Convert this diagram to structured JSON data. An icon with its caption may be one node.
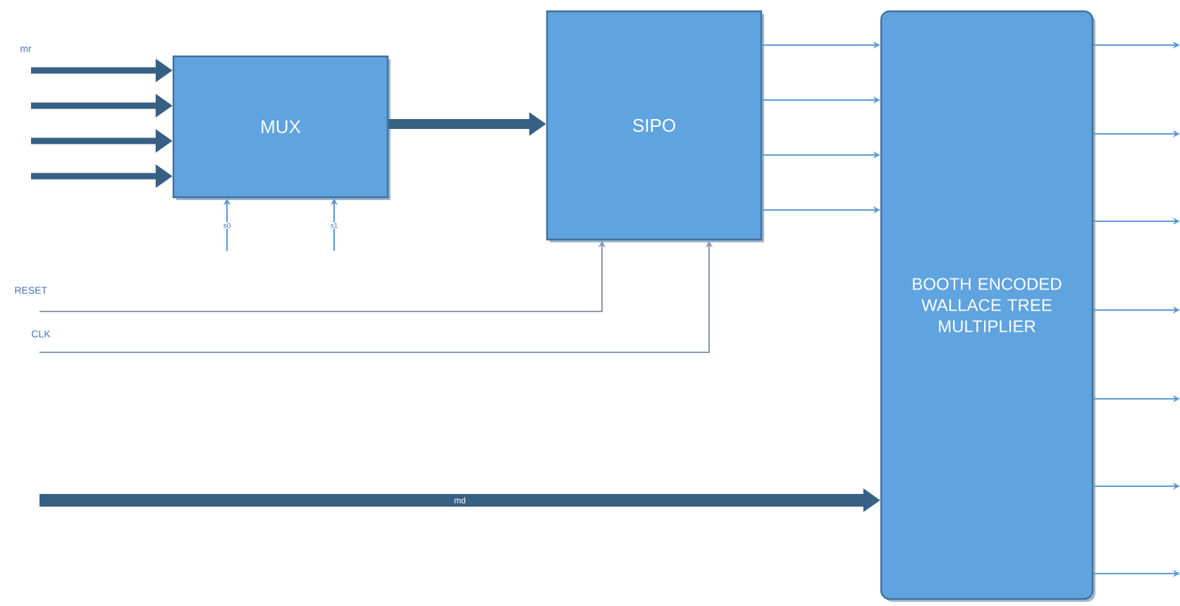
{
  "diagram": {
    "nodes": [
      {
        "text": [
          "MUX"
        ]
      },
      {
        "text": [
          "SIPO"
        ]
      },
      {
        "text": [
          "BOOTH ENCODED WALLACE TREE MULTIPLIER"
        ]
      }
    ],
    "edges": [
      {
        "from": null,
        "to": 0,
        "arrow": "to",
        "style": "thick"
      },
      {
        "from": null,
        "to": 0,
        "arrow": "to",
        "style": "thick"
      },
      {
        "from": null,
        "to": 0,
        "arrow": "to",
        "style": "thick"
      },
      {
        "from": null,
        "to": 0,
        "arrow": "to",
        "style": "thick"
      },
      {
        "from": null,
        "to": 0,
        "arrow": "to",
        "label": "s0"
      },
      {
        "from": null,
        "to": 0,
        "arrow": "to",
        "label": "s1"
      },
      {
        "from": 0,
        "to": 1,
        "arrow": "to",
        "style": "thick"
      },
      {
        "from": 1,
        "to": 2,
        "arrow": "to"
      },
      {
        "from": 1,
        "to": 2,
        "arrow": "to"
      },
      {
        "from": 1,
        "to": 2,
        "arrow": "to"
      },
      {
        "from": 1,
        "to": 2,
        "arrow": "to"
      },
      {
        "from": null,
        "to": 1,
        "arrow": "to",
        "color": "#8a9bb0"
      },
      {
        "from": null,
        "to": 1,
        "arrow": "to",
        "color": "#8a9bb0"
      },
      {
        "from": null,
        "to": 2,
        "arrow": "to",
        "style": "thick",
        "label": "md"
      },
      {
        "from": 2,
        "to": null,
        "arrow": "to"
      },
      {
        "from": 2,
        "to": null,
        "arrow": "to"
      },
      {
        "from": 2,
        "to": null,
        "arrow": "to"
      },
      {
        "from": 2,
        "to": null,
        "arrow": "to"
      },
      {
        "from": 2,
        "to": null,
        "arrow": "to"
      },
      {
        "from": 2,
        "to": null,
        "arrow": "to"
      },
      {
        "from": 2,
        "to": null,
        "arrow": "to"
      }
    ],
    "labels": [
      "mr",
      "RESET",
      "CLK"
    ]
  }
}
